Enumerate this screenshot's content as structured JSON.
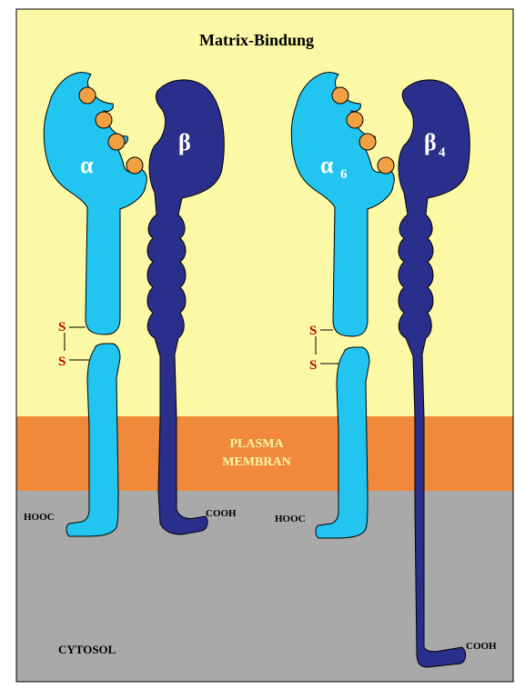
{
  "title": "Matrix-Bindung",
  "membrane_label": [
    "PLASMA",
    "MEMBRAN"
  ],
  "cytosol_label": "CYTOSOL",
  "left_pair": {
    "alpha_label": "α",
    "beta_label": "β",
    "disulfide": [
      "S",
      "S"
    ],
    "alpha_terminus": "HOOC",
    "beta_terminus": "COOH"
  },
  "right_pair": {
    "alpha_label": "α",
    "alpha_subscript": "6",
    "beta_label": "β",
    "beta_subscript": "4",
    "disulfide": [
      "S",
      "S"
    ],
    "alpha_terminus": "HOOC",
    "beta_terminus": "COOH"
  },
  "colors": {
    "matrix_bg": "#fbf8a6",
    "membrane": "#f08a3a",
    "cytosol": "#a9a9a9",
    "alpha_subunit": "#22c4f0",
    "beta_subunit": "#2b2f8c",
    "ligand_site": "#f0a040",
    "disulfide_text": "#c00000"
  }
}
